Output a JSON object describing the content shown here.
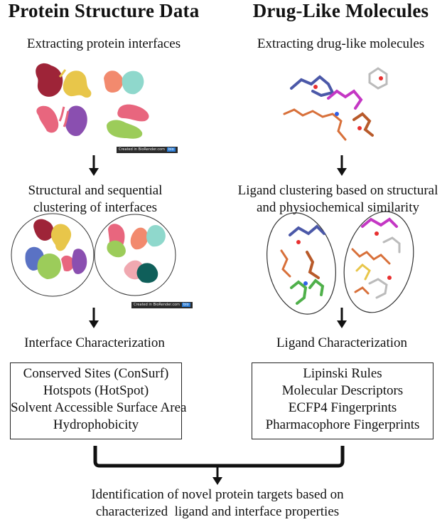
{
  "left": {
    "title": "Protein Structure Data",
    "step1": "Extracting protein interfaces",
    "step2_line1": "Structural and sequential",
    "step2_line2": "clustering of interfaces",
    "step3": "Interface Characterization",
    "features": [
      "Conserved Sites (ConSurf)",
      "Hotspots (HotSpot)",
      "Solvent Accessible Surface Area",
      "Hydrophobicity"
    ],
    "watermark": "Created in BioRender.com",
    "watermark_logo": "bio"
  },
  "right": {
    "title": "Drug-Like Molecules",
    "step1": "Extracting drug-like molecules",
    "step2_line1": "Ligand clustering based on structural",
    "step2_line2": "and physiochemical similarity",
    "step3": "Ligand Characterization",
    "features": [
      "Lipinski Rules",
      "Molecular Descriptors",
      "ECFP4 Fingerprints",
      "Pharmacophore Fingerprints"
    ]
  },
  "output": {
    "line1": "Identification of novel protein targets based on",
    "line2": "characterized  ligand and interface properties"
  },
  "colors": {
    "dark_red": "#9e2438",
    "yellow": "#e8c64a",
    "salmon": "#f28a6e",
    "teal": "#8fd8cc",
    "pink": "#e8667e",
    "purple": "#8a4fb0",
    "green": "#9ccc5a",
    "blue": "#5a72c4",
    "dark_teal": "#0f5f5a",
    "light_pink": "#f0a8b0"
  }
}
